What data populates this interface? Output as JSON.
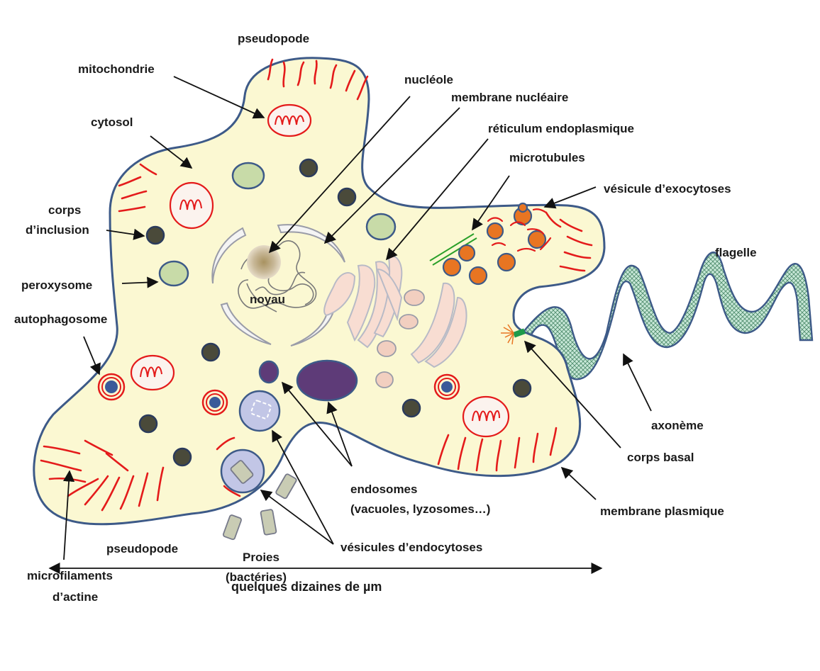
{
  "labels": {
    "pseudopode_top": "pseudopode",
    "mitochondrie": "mitochondrie",
    "cytosol": "cytosol",
    "corps_inclusion_1": "corps",
    "corps_inclusion_2": "d’inclusion",
    "peroxysome": "peroxysome",
    "autophagosome": "autophagosome",
    "nucleole": "nucléole",
    "membrane_nucleaire": "membrane nucléaire",
    "reticulum": "réticulum endoplasmique",
    "microtubules": "microtubules",
    "vesicule_exocytose": "vésicule d’exocytoses",
    "flagelle": "flagelle",
    "noyau": "noyau",
    "axoneme": "axonème",
    "corps_basal": "corps basal",
    "membrane_plasmique": "membrane plasmique",
    "endosomes_1": "endosomes",
    "endosomes_2": "(vacuoles, lyzosomes…)",
    "vesicules_endocytose": "vésicules d’endocytoses",
    "pseudopode_bottom": "pseudopode",
    "proies_1": "Proies",
    "proies_2": "(bactéries)",
    "microfilaments_1": "microfilaments",
    "microfilaments_2": "d’actine",
    "scale": "quelques dizaines de µm"
  },
  "colors": {
    "cytoplasm": "#fbf8d2",
    "membrane": "#3d5a88",
    "actin": "#e41b1b",
    "exocytosis_vesicle": "#e87522",
    "peroxisome": "#c8dba8",
    "endosome": "#5e3b78",
    "flagellum": "#c8e8d8"
  }
}
